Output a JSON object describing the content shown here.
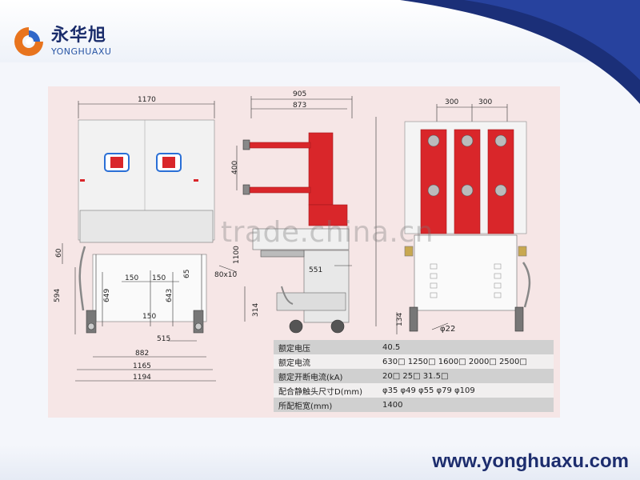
{
  "brand": {
    "name_cn": "永华旭",
    "name_en": "YONGHUAXU",
    "website": "www.yonghuaxu.com"
  },
  "watermark": "trade.china.cn",
  "dimensions": {
    "front_width_top": "1170",
    "front_width_882": "882",
    "front_width_1165": "1165",
    "front_width_1194": "1194",
    "front_height_594": "594",
    "front_height_60": "60",
    "front_w150a": "150",
    "front_w150b": "150",
    "front_w150c": "150",
    "front_649": "649",
    "front_643": "643",
    "front_65": "65",
    "front_515": "515",
    "front_80x10": "80x10",
    "side_905": "905",
    "side_873": "873",
    "side_400": "400",
    "side_1100": "1100",
    "side_551": "551",
    "side_314": "314",
    "rear_300a": "300",
    "rear_300b": "300",
    "rear_134": "134",
    "rear_phi22": "φ22"
  },
  "specs": [
    {
      "label": "额定电压",
      "value": "40.5"
    },
    {
      "label": "额定电流",
      "value": "630□  1250□  1600□  2000□  2500□"
    },
    {
      "label": "额定开断电流(kA)",
      "value": "20□     25□    31.5□"
    },
    {
      "label": "配合静触头尺寸D(mm)",
      "value": "φ35   φ49   φ55   φ79   φ109"
    },
    {
      "label": "所配柜宽(mm)",
      "value": "1400"
    }
  ],
  "colors": {
    "accent_red": "#d9262a",
    "brand_navy": "#1d2d6e",
    "panel_pink": "#f6e6e6"
  }
}
